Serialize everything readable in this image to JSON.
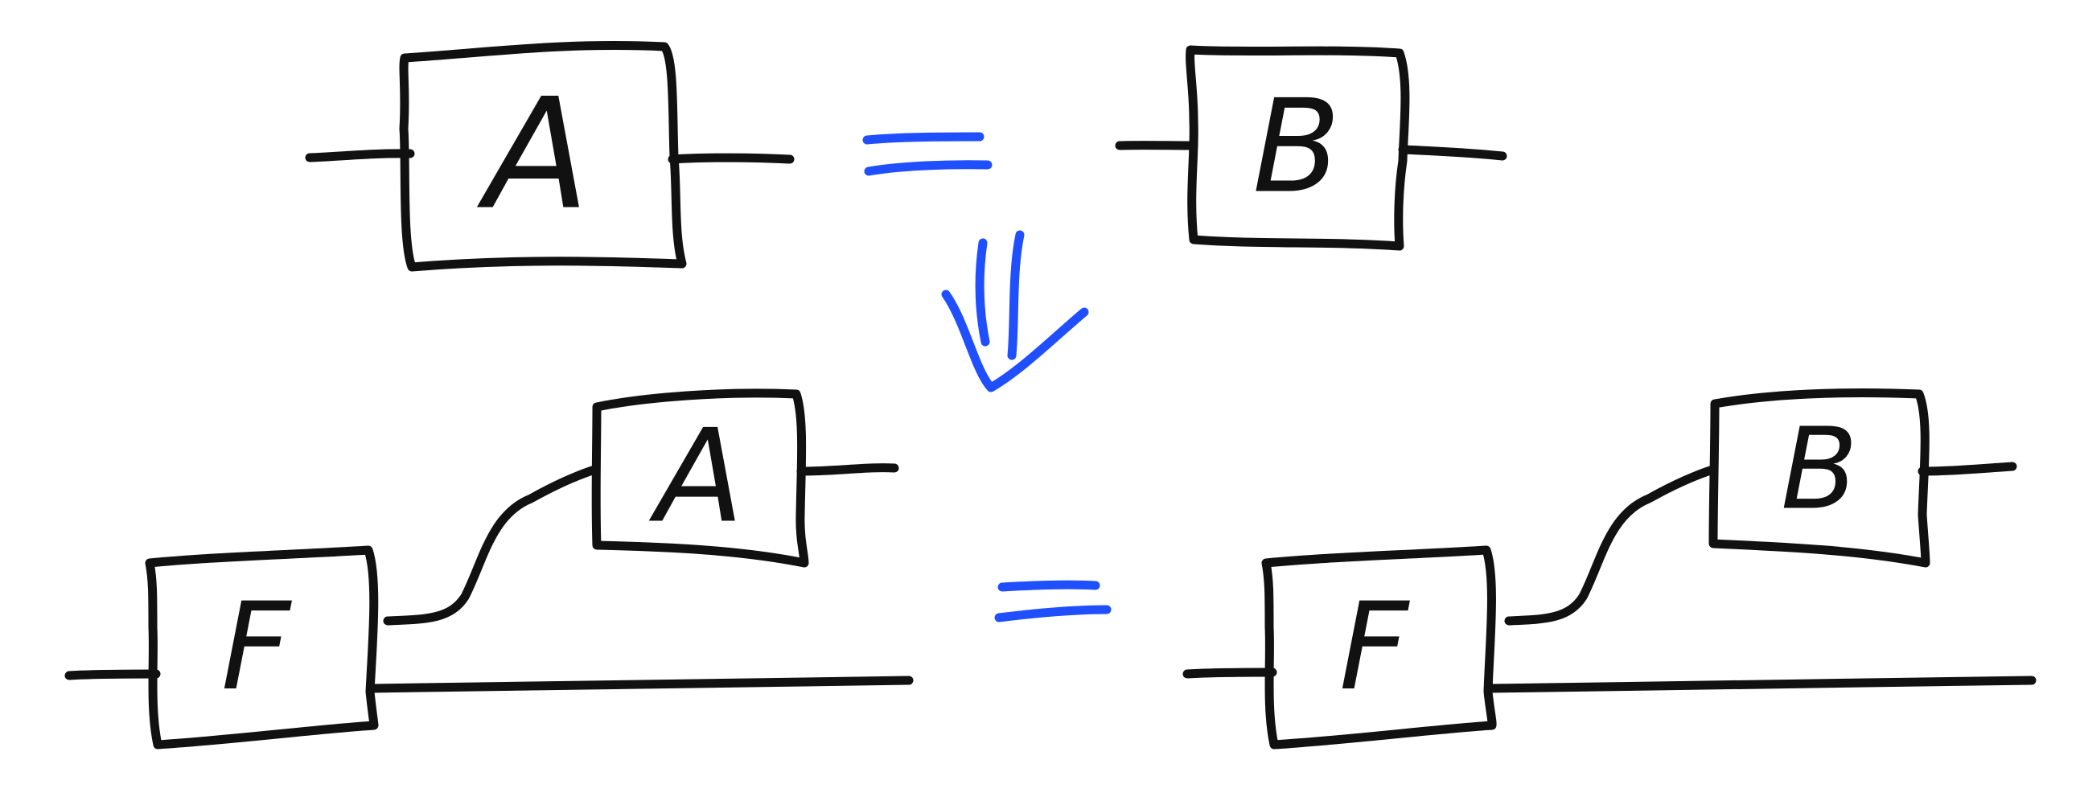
{
  "colors": {
    "ink": "#111111",
    "accent": "#1f4fff",
    "background": "#ffffff"
  },
  "top_row": {
    "left_box": {
      "label": "A"
    },
    "right_box": {
      "label": "B"
    },
    "relation": "equals-sign"
  },
  "implies_arrow": "double-down-arrow",
  "bottom_row": {
    "left_diagram": {
      "outer_box": {
        "label": "F"
      },
      "inner_box": {
        "label": "A"
      }
    },
    "right_diagram": {
      "outer_box": {
        "label": "F"
      },
      "inner_box": {
        "label": "B"
      }
    },
    "relation": "equals-sign"
  }
}
